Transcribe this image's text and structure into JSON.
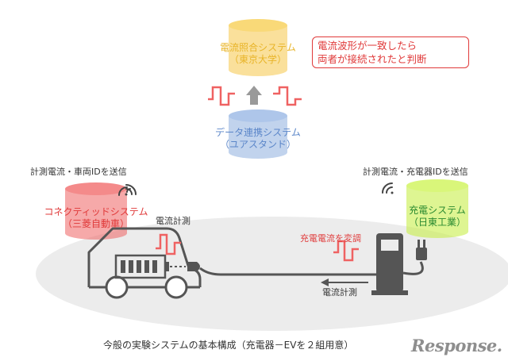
{
  "colors": {
    "matching_db": "#f6c648",
    "linkage_db": "#8eaede",
    "connected_db": "#ef6262",
    "charger_db": "#c8ef4a",
    "accent_red": "#e03a3a",
    "line_gray": "#555555",
    "ground": "#ececec"
  },
  "matching_system": {
    "name": "電流照合システム",
    "org": "（東京大学）"
  },
  "callout": {
    "line1": "電流波形が一致したら",
    "line2": "両者が接続されたと判断"
  },
  "linkage_system": {
    "name": "データ連携システム",
    "org": "（ユアスタンド）"
  },
  "vehicle_side": {
    "send_label": "計測電流・車両IDを送信",
    "system_name": "コネクティッドシステム",
    "org": "（三菱自動車）",
    "measure_label": "電流計測"
  },
  "charger_side": {
    "send_label": "計測電流・充電器IDを送信",
    "system_name": "充電システム",
    "org": "（日東工業）",
    "modulate_label": "充電電流を変調",
    "measure_label": "電流計測"
  },
  "caption": "今般の実験システムの基本構成（充電器－EVを２組用意）",
  "logo_text": "Response.",
  "icons": [
    "wifi-icon",
    "arrow-up-icon",
    "arrow-left-icon",
    "plug-icon",
    "battery-icon"
  ]
}
